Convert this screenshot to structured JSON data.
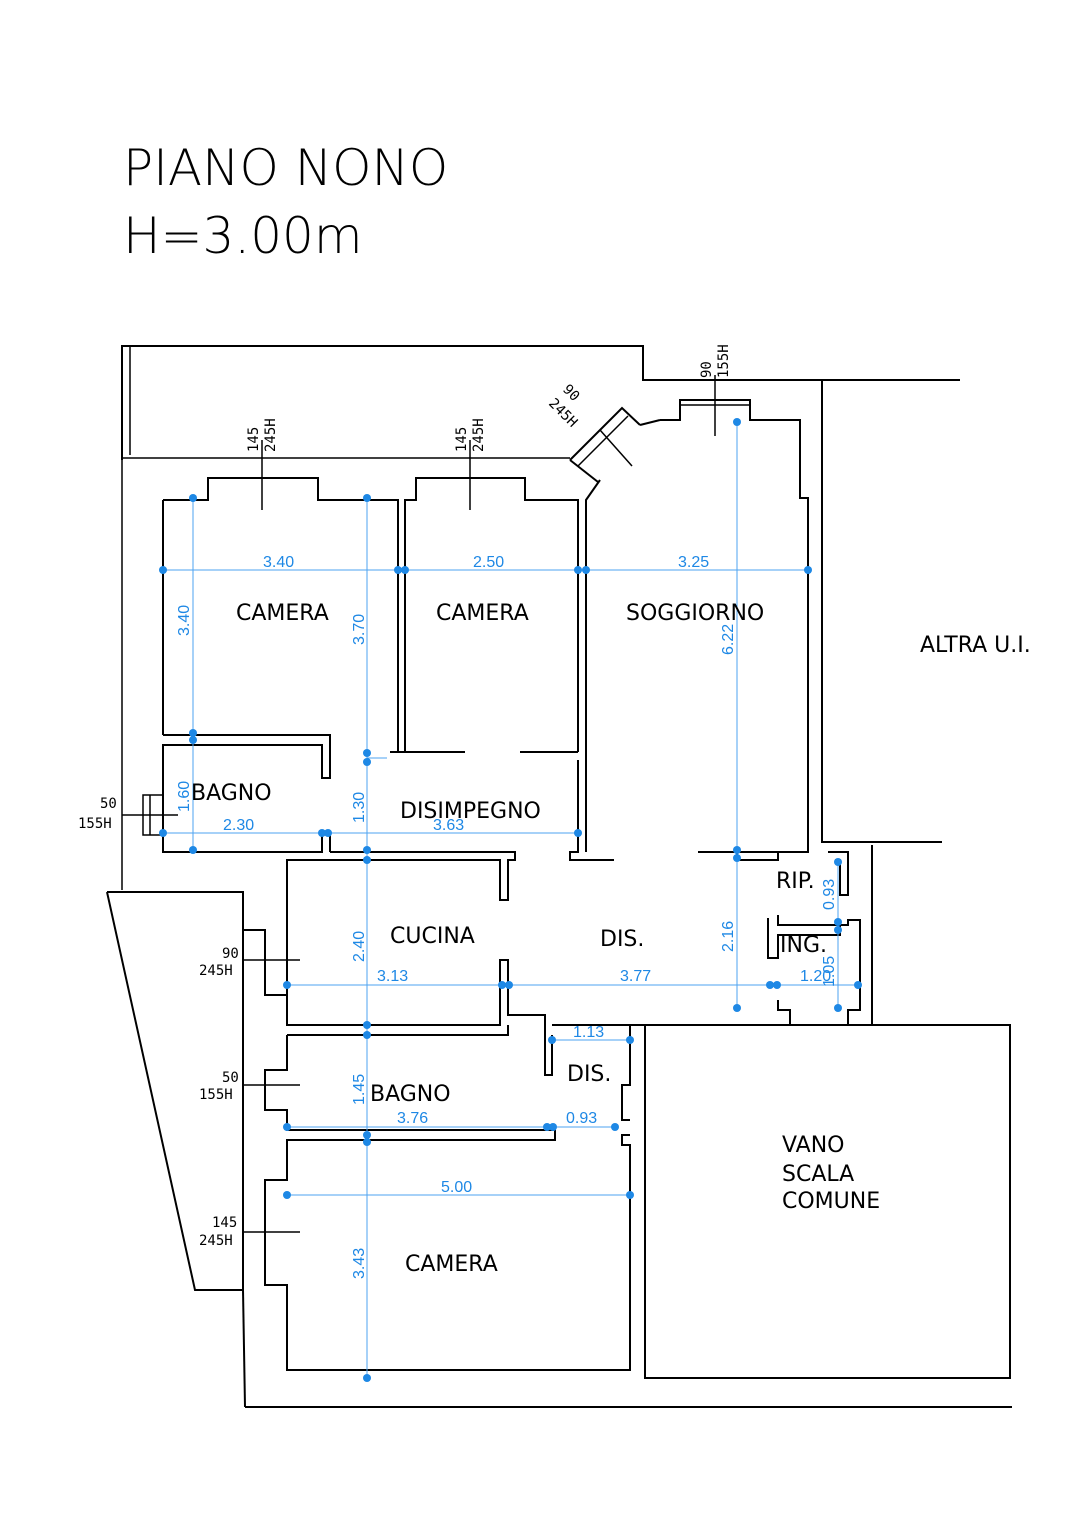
{
  "title": {
    "line1": "PIANO NONO",
    "line2": "H=3.00m"
  },
  "rooms": {
    "camera_1": "CAMERA",
    "camera_2": "CAMERA",
    "soggiorno": "SOGGIORNO",
    "altra_ui": "ALTRA U.I.",
    "bagno_1": "BAGNO",
    "disimpegno": "DISIMPEGNO",
    "rip": "RIP.",
    "cucina": "CUCINA",
    "dis_1": "DIS.",
    "ing": "ING.",
    "dis_2": "DIS.",
    "bagno_2": "BAGNO",
    "vano_1": "VANO",
    "vano_2": "SCALA",
    "vano_3": "COMUNE",
    "camera_3": "CAMERA"
  },
  "windows": {
    "w1_a": "145",
    "w1_b": "245H",
    "w2_a": "145",
    "w2_b": "245H",
    "w3_a": "90",
    "w3_b": "245H",
    "w4_a": "90",
    "w4_b": "155H",
    "w5_a": "50",
    "w5_b": "155H",
    "w6_a": "90",
    "w6_b": "245H",
    "w7_a": "50",
    "w7_b": "155H",
    "w8_a": "145",
    "w8_b": "245H"
  },
  "dimensions": {
    "d340_h": "3.40",
    "d250_h": "2.50",
    "d325_h": "3.25",
    "d340_v": "3.40",
    "d370_v": "3.70",
    "d622_v": "6.22",
    "d160_v": "1.60",
    "d130_v": "1.30",
    "d230_h": "2.30",
    "d363_h": "3.63",
    "d093_v": "0.93",
    "d240_v": "2.40",
    "d216_v": "2.16",
    "d105_v": "1.05",
    "d313_h": "3.13",
    "d377_h": "3.77",
    "d120_h": "1.20",
    "d113_h": "1.13",
    "d145_v": "1.45",
    "d376_h": "3.76",
    "d093_h": "0.93",
    "d500_h": "5.00",
    "d343_v": "3.43"
  },
  "colors": {
    "dimension": "#1e88e5",
    "walls": "#000000"
  }
}
